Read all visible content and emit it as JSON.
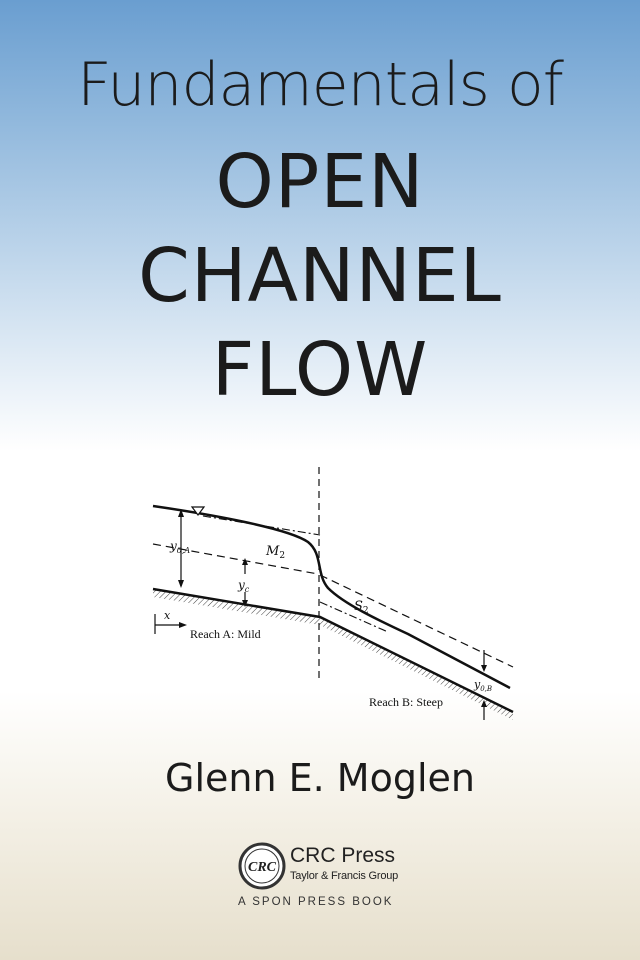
{
  "cover": {
    "title_line1": "Fundamentals of",
    "title_line2": "OPEN",
    "title_line3": "CHANNEL",
    "title_line4": "FLOW",
    "author": "Glenn E. Moglen"
  },
  "figure": {
    "label_y0a_main": "y",
    "label_y0a_sub": "0,A",
    "label_m2_main": "M",
    "label_m2_sub": "2",
    "label_yc_main": "y",
    "label_yc_sub": "c",
    "label_s2_main": "S",
    "label_s2_sub": "2",
    "label_x": "x",
    "label_reach_a": "Reach A: Mild",
    "label_y0b_main": "y",
    "label_y0b_sub": "0,B",
    "label_reach_b": "Reach B: Steep"
  },
  "publisher": {
    "logo_text": "CRC",
    "name": "CRC Press",
    "group": "Taylor & Francis Group",
    "imprint": "A SPON PRESS BOOK"
  }
}
